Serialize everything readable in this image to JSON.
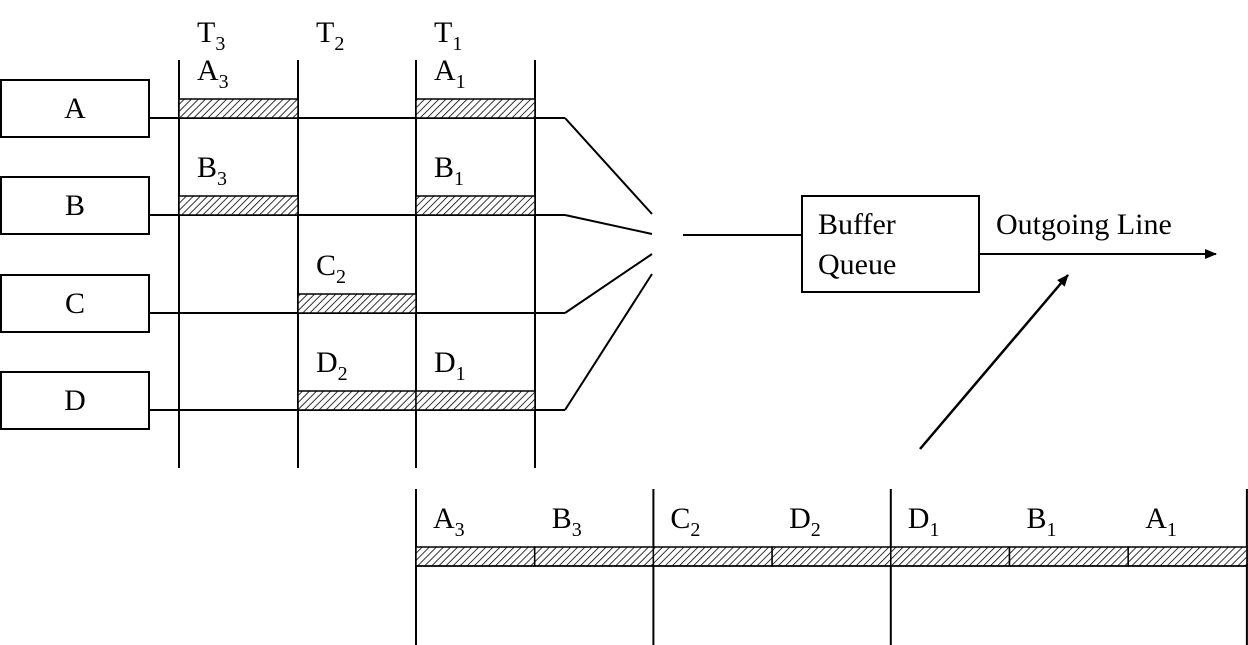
{
  "time_slots": [
    {
      "base": "T",
      "sub": "3"
    },
    {
      "base": "T",
      "sub": "2"
    },
    {
      "base": "T",
      "sub": "1"
    }
  ],
  "sources": [
    {
      "name": "A",
      "packets": [
        {
          "slot": 0,
          "base": "A",
          "sub": "3"
        },
        {
          "slot": 2,
          "base": "A",
          "sub": "1"
        }
      ]
    },
    {
      "name": "B",
      "packets": [
        {
          "slot": 0,
          "base": "B",
          "sub": "3"
        },
        {
          "slot": 2,
          "base": "B",
          "sub": "1"
        }
      ]
    },
    {
      "name": "C",
      "packets": [
        {
          "slot": 1,
          "base": "C",
          "sub": "2"
        }
      ]
    },
    {
      "name": "D",
      "packets": [
        {
          "slot": 1,
          "base": "D",
          "sub": "2"
        },
        {
          "slot": 2,
          "base": "D",
          "sub": "1"
        }
      ]
    }
  ],
  "buffer": {
    "line1": "Buffer",
    "line2": "Queue"
  },
  "outgoing_label": "Outgoing Line",
  "output_stream": [
    {
      "base": "A",
      "sub": "3"
    },
    {
      "base": "B",
      "sub": "3"
    },
    {
      "base": "C",
      "sub": "2"
    },
    {
      "base": "D",
      "sub": "2"
    },
    {
      "base": "D",
      "sub": "1"
    },
    {
      "base": "B",
      "sub": "1"
    },
    {
      "base": "A",
      "sub": "1"
    }
  ],
  "output_group_sizes": [
    2,
    2,
    3
  ],
  "colors": {
    "line": "#000000",
    "hatch": "#000000",
    "background": "#ffffff"
  }
}
